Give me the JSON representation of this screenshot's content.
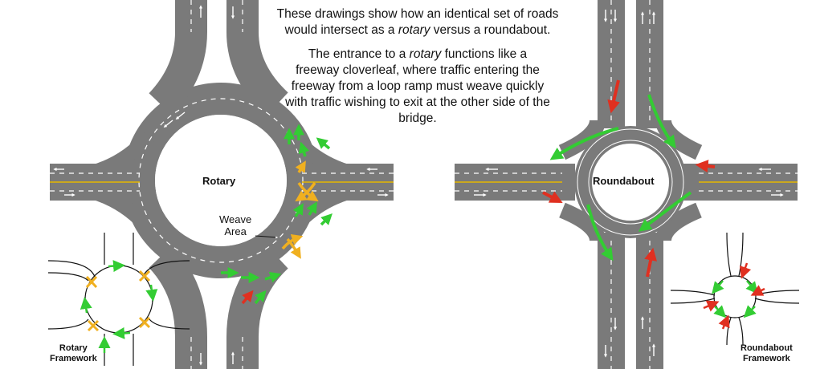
{
  "caption": {
    "line1": "These drawings show how an identical set of roads",
    "line2_before": "would intersect as a ",
    "line2_em": "rotary",
    "line2_after": " versus a roundabout.",
    "para2_before": "The entrance to a ",
    "para2_em": "rotary",
    "para2_after": " functions like a freeway cloverleaf, where traffic entering the freeway from a loop ramp must weave quickly with traffic wishing to exit at the other side of the bridge."
  },
  "labels": {
    "rotary": "Rotary",
    "weave_line1": "Weave",
    "weave_line2": "Area",
    "roundabout": "Roundabout",
    "rotary_framework_line1": "Rotary",
    "rotary_framework_line2": "Framework",
    "roundabout_framework_line1": "Roundabout",
    "roundabout_framework_line2": "Framework"
  },
  "colors": {
    "road": "#7a7a7a",
    "lane_marking": "#ffffff",
    "center_line": "#e6b800",
    "arrow_green": "#33cc33",
    "arrow_red": "#e03020",
    "arrow_orange": "#f0b020",
    "framework_line": "#111111"
  }
}
